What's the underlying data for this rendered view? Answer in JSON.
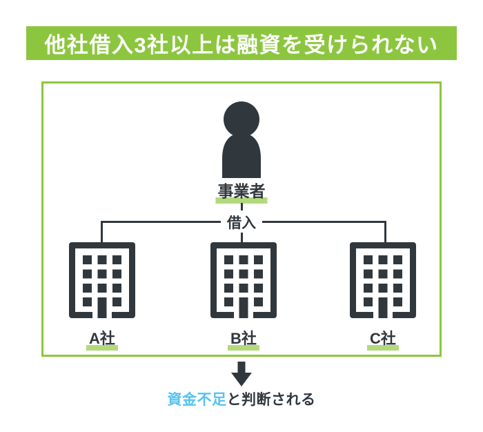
{
  "banner": {
    "text": "他社借入3社以上は融資を受けられない",
    "bg_color": "#8CC63F",
    "text_color": "#FFFFFF"
  },
  "diagram": {
    "border_color": "#8CC63F",
    "icon_color": "#30373D",
    "highlight_underline_color": "#B2DA7D",
    "person": {
      "icon": "person-silhouette-icon",
      "label": "事業者"
    },
    "connector": {
      "label": "借入"
    },
    "companies": [
      {
        "icon": "building-icon",
        "label": "A社"
      },
      {
        "icon": "building-icon",
        "label": "B社"
      },
      {
        "icon": "building-icon",
        "label": "C社"
      }
    ]
  },
  "conclusion": {
    "arrow_icon": "down-arrow-icon",
    "highlight_text": "資金不足",
    "rest_text": "と判断される",
    "highlight_color": "#54C3F0",
    "text_color": "#30373D"
  }
}
